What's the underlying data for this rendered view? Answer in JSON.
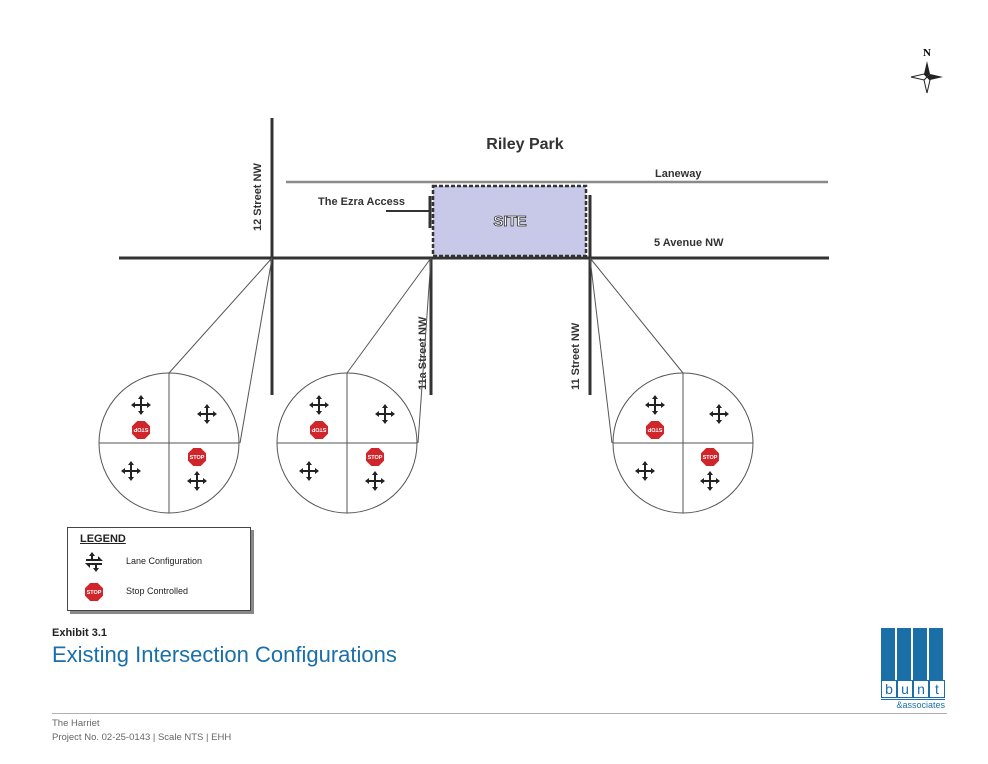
{
  "compass": {
    "north_label": "N"
  },
  "map": {
    "park_label": "Riley Park",
    "laneway_label": "Laneway",
    "site_label": "SITE",
    "access_label": "The Ezra Access",
    "avenue_label": "5 Avenue NW",
    "street_12_label": "12 Street NW",
    "street_11a_label": "11a Street NW",
    "street_11_label": "11 Street NW",
    "stop_sign_text": "STOP",
    "colors": {
      "site_fill": "#c8c8e8",
      "road": "#333333",
      "laneway": "#888888",
      "stop_red": "#d0262b"
    }
  },
  "legend": {
    "title": "LEGEND",
    "items": [
      {
        "label": "Lane Configuration",
        "icon": "lane-arrows-icon"
      },
      {
        "label": "Stop Controlled",
        "icon": "stop-sign-icon"
      }
    ]
  },
  "exhibit": {
    "number": "Exhibit 3.1",
    "title": "Existing Intersection Configurations"
  },
  "footer": {
    "project_name": "The Harriet",
    "project_meta": "Project No. 02-25-0143 | Scale NTS | EHH"
  },
  "logo": {
    "letters": [
      "b",
      "u",
      "n",
      "t"
    ],
    "tagline": "&associates",
    "color": "#1b6fa8"
  }
}
